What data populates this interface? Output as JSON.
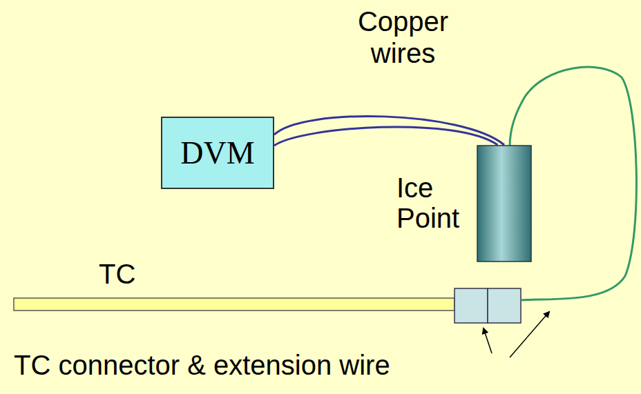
{
  "diagram": {
    "nodes": [
      {
        "text": [
          "DVM"
        ]
      },
      {
        "text": [
          "Ice Point"
        ]
      }
    ],
    "edges": [
      {
        "from": 0,
        "to": 1,
        "arrow": "none",
        "label": "Copper wires"
      },
      {
        "from": 0,
        "to": 1,
        "arrow": "none"
      }
    ],
    "labels": [
      "TC",
      "TC connector & extension wire"
    ]
  }
}
